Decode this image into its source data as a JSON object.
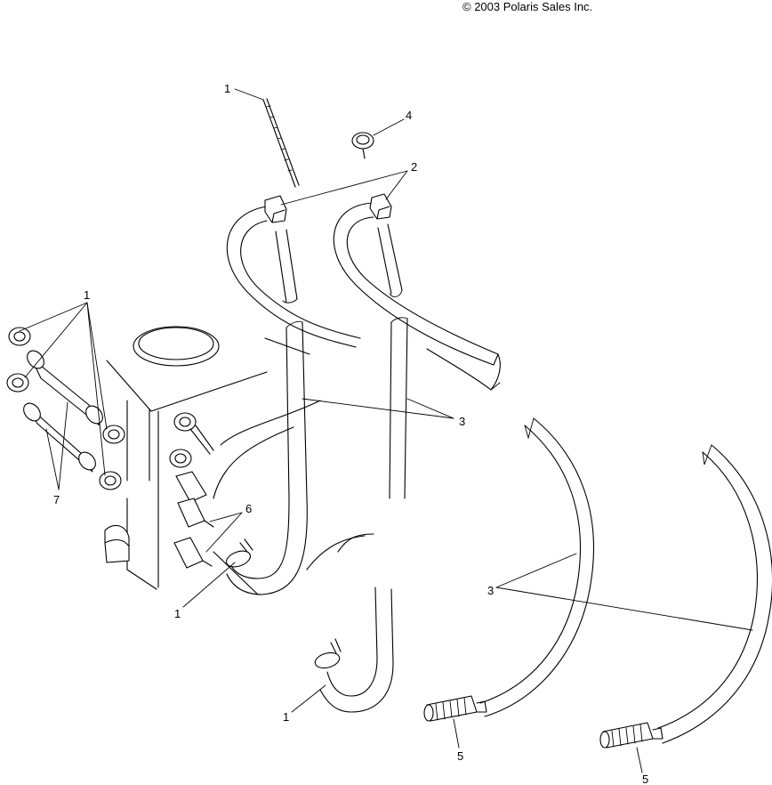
{
  "copyright": "© 2003 Polaris Sales Inc.",
  "callouts": [
    {
      "id": "c1a",
      "label": "1"
    },
    {
      "id": "c4",
      "label": "4"
    },
    {
      "id": "c2",
      "label": "2"
    },
    {
      "id": "c1b",
      "label": "1"
    },
    {
      "id": "c3a",
      "label": "3"
    },
    {
      "id": "c7",
      "label": "7"
    },
    {
      "id": "c6",
      "label": "6"
    },
    {
      "id": "c1c",
      "label": "1"
    },
    {
      "id": "c3b",
      "label": "3"
    },
    {
      "id": "c1d",
      "label": "1"
    },
    {
      "id": "c5a",
      "label": "5"
    },
    {
      "id": "c5b",
      "label": "5"
    }
  ]
}
